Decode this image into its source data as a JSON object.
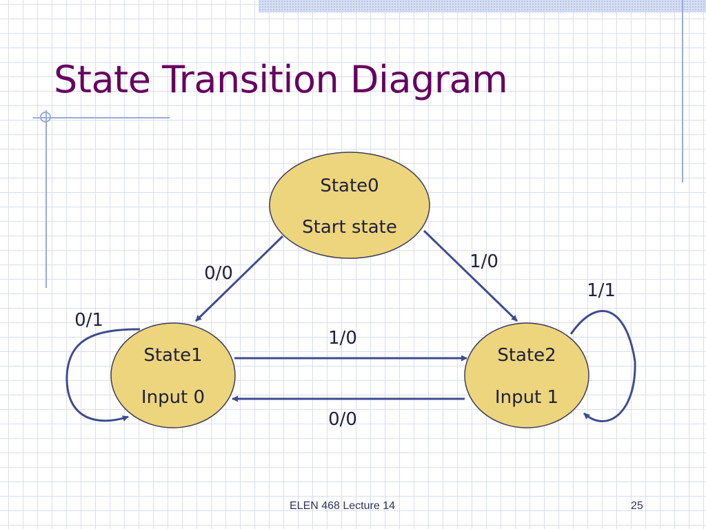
{
  "slide": {
    "title": "State Transition Diagram",
    "footer": "ELEN 468 Lecture 14",
    "page_number": "25"
  },
  "diagram": {
    "states": {
      "state0": {
        "name": "State0",
        "subtitle": "Start state"
      },
      "state1": {
        "name": "State1",
        "subtitle": "Input 0"
      },
      "state2": {
        "name": "State2",
        "subtitle": "Input 1"
      }
    },
    "transitions": {
      "s0_to_s1": "0/0",
      "s0_to_s2": "1/0",
      "s1_to_s2": "1/0",
      "s2_to_s1": "0/0",
      "s1_self": "0/1",
      "s2_self": "1/1"
    }
  },
  "colors": {
    "state_fill": "#ecd57c",
    "state_stroke": "#3a3a5c",
    "arrow": "#3d4b8e",
    "title": "#66005e"
  }
}
